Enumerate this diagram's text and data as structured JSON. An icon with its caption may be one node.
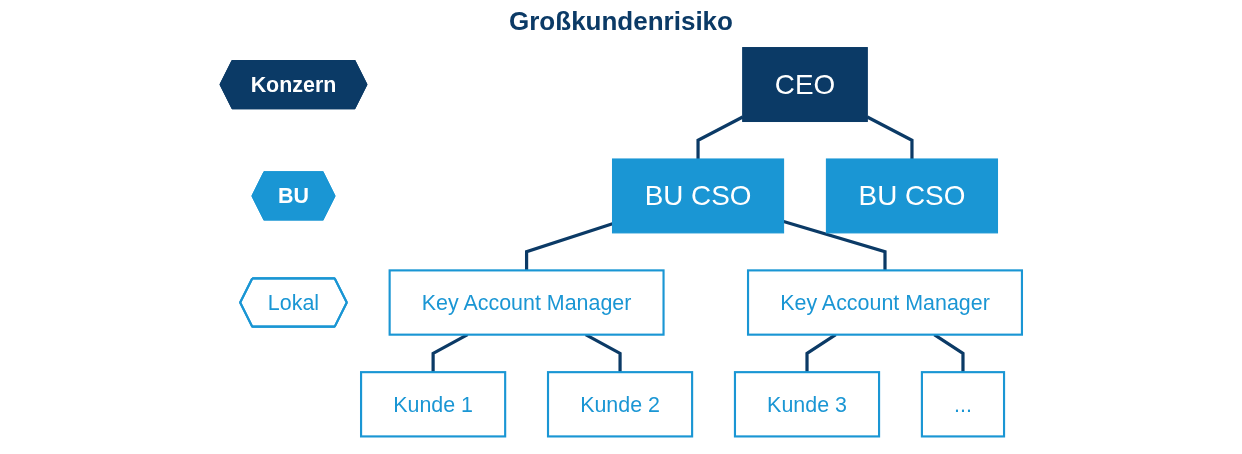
{
  "diagram": {
    "title": "Großkundenrisiko",
    "nodes": [
      {
        "text": [
          "Konzern"
        ]
      },
      {
        "text": [
          "BU"
        ]
      },
      {
        "text": [
          "Lokal"
        ]
      },
      {
        "text": [
          "CEO"
        ]
      },
      {
        "text": [
          "BU CSO"
        ]
      },
      {
        "text": [
          "BU CSO"
        ]
      },
      {
        "text": [
          "Key Account Manager"
        ]
      },
      {
        "text": [
          "Key Account Manager"
        ]
      },
      {
        "text": [
          "Kunde 1"
        ]
      },
      {
        "text": [
          "Kunde 2"
        ]
      },
      {
        "text": [
          "Kunde 3"
        ]
      },
      {
        "text": [
          "..."
        ]
      }
    ],
    "edges": [
      {
        "from": 3,
        "to": 4,
        "arrow": "none"
      },
      {
        "from": 3,
        "to": 5,
        "arrow": "none"
      },
      {
        "from": 4,
        "to": 6,
        "arrow": "none"
      },
      {
        "from": 4,
        "to": 7,
        "arrow": "none"
      },
      {
        "from": 6,
        "to": 8,
        "arrow": "none"
      },
      {
        "from": 6,
        "to": 9,
        "arrow": "none"
      },
      {
        "from": 7,
        "to": 10,
        "arrow": "none"
      },
      {
        "from": 7,
        "to": 11,
        "arrow": "none"
      }
    ]
  }
}
